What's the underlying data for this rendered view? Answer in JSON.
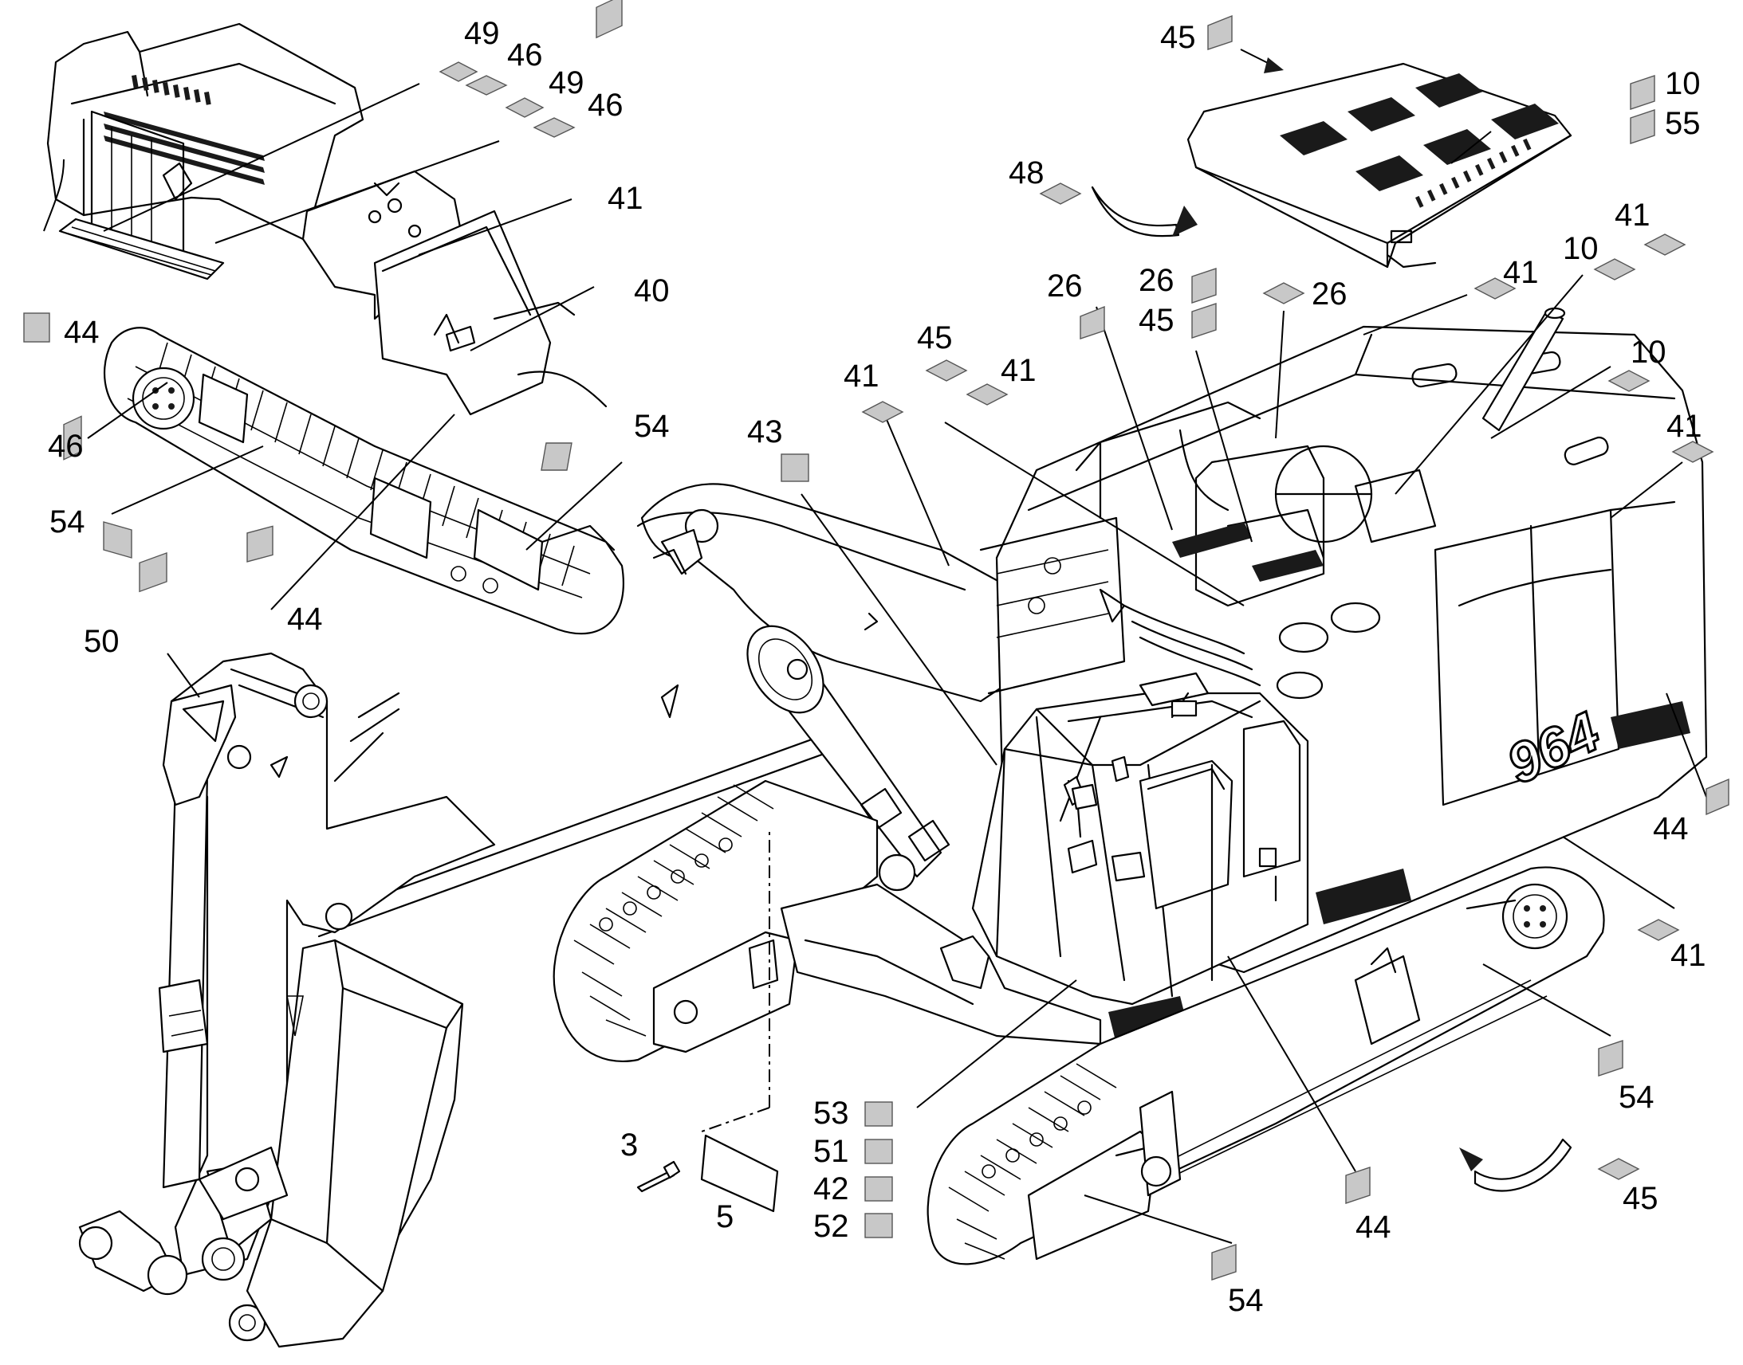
{
  "callouts": [
    {
      "text": "49"
    },
    {
      "text": "46"
    },
    {
      "text": "49"
    },
    {
      "text": "46"
    },
    {
      "text": "41"
    },
    {
      "text": "40"
    },
    {
      "text": "44"
    },
    {
      "text": "46"
    },
    {
      "text": "54"
    },
    {
      "text": "54"
    },
    {
      "text": "44"
    },
    {
      "text": "50"
    },
    {
      "text": "45"
    },
    {
      "text": "10"
    },
    {
      "text": "55"
    },
    {
      "text": "48"
    },
    {
      "text": "41"
    },
    {
      "text": "10"
    },
    {
      "text": "41"
    },
    {
      "text": "26"
    },
    {
      "text": "26"
    },
    {
      "text": "45"
    },
    {
      "text": "26"
    },
    {
      "text": "45"
    },
    {
      "text": "41"
    },
    {
      "text": "41"
    },
    {
      "text": "43"
    },
    {
      "text": "10"
    },
    {
      "text": "41"
    },
    {
      "text": "44"
    },
    {
      "text": "41"
    },
    {
      "text": "54"
    },
    {
      "text": "45"
    },
    {
      "text": "44"
    },
    {
      "text": "54"
    },
    {
      "text": "53"
    },
    {
      "text": "51"
    },
    {
      "text": "42"
    },
    {
      "text": "52"
    },
    {
      "text": "3"
    },
    {
      "text": "5"
    }
  ],
  "model_badge": "964"
}
